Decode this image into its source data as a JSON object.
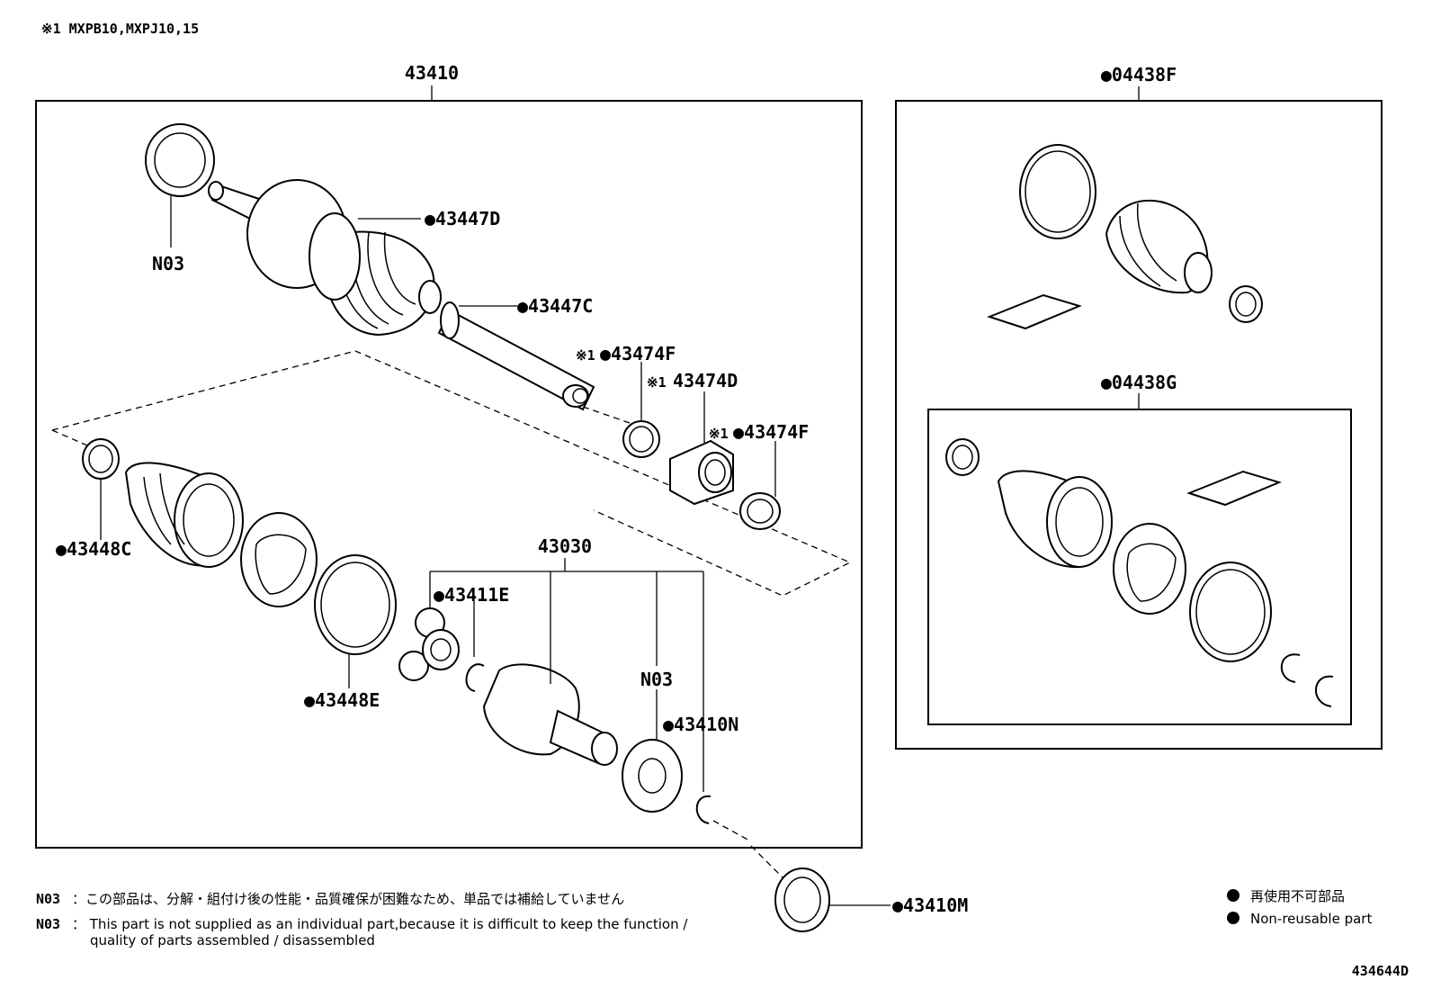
{
  "header_note": "※1 MXPB10,MXPJ10,15",
  "diagram_code": "434644D",
  "callouts": {
    "assembly": "43410",
    "boot_kit_outer": "●04438F",
    "boot_kit_inner": "●04438G",
    "n03_top": "N03",
    "clamp_d": "●43447D",
    "clamp_c": "●43447C",
    "damper_clamp_1_prefix": "※1",
    "damper_clamp_1": "●43474F",
    "damper_prefix": "※1",
    "damper": "43474D",
    "damper_clamp_2_prefix": "※1",
    "damper_clamp_2": "●43474F",
    "clamp_inner": "●43448C",
    "band_inner": "●43448E",
    "inboard_joint": "43030",
    "snap_ring": "●43411E",
    "n03_mid": "N03",
    "seal": "●43410N",
    "oil_seal": "●43410M"
  },
  "notes": {
    "n03_code_jp": "N03",
    "n03_jp": "：この部品は、分解・組付け後の性能・品質確保が困難なため、単品では補給していません",
    "n03_code_en": "N03",
    "n03_en_line1": "：  This part is not supplied as an individual part,because it is difficult to keep the function /",
    "n03_en_line2": "quality of parts assembled / disassembled"
  },
  "legend": {
    "jp": "再使用不可部品",
    "en": "Non-reusable part"
  }
}
